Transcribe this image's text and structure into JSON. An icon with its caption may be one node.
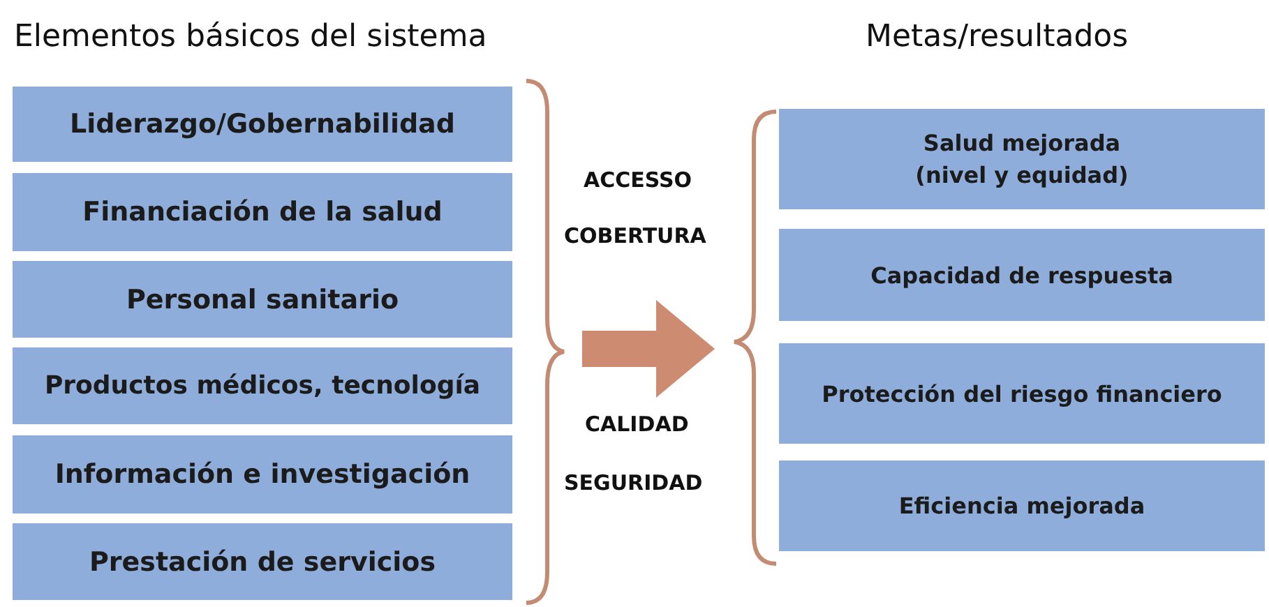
{
  "diagram": {
    "nodes": [
      {
        "text": [
          "Liderazgo/Gobernabilidad"
        ]
      },
      {
        "text": [
          "Financiación de la salud"
        ]
      },
      {
        "text": [
          "Personal sanitario"
        ]
      },
      {
        "text": [
          "Productos médicos, tecnología"
        ]
      },
      {
        "text": [
          "Información e investigación"
        ]
      },
      {
        "text": [
          "Prestación de servicios"
        ]
      },
      {
        "text": [
          "Salud mejorada (nivel y equidad)"
        ]
      },
      {
        "text": [
          "Capacidad de respuesta"
        ]
      },
      {
        "text": [
          "Protección del riesgo financiero"
        ]
      },
      {
        "text": [
          "Eficiencia mejorada"
        ]
      }
    ],
    "labels": [
      "Elementos básicos del sistema",
      "Metas/resultados",
      "ACCESSO",
      "COBERTURA",
      "CALIDAD",
      "SEGURIDAD"
    ]
  }
}
